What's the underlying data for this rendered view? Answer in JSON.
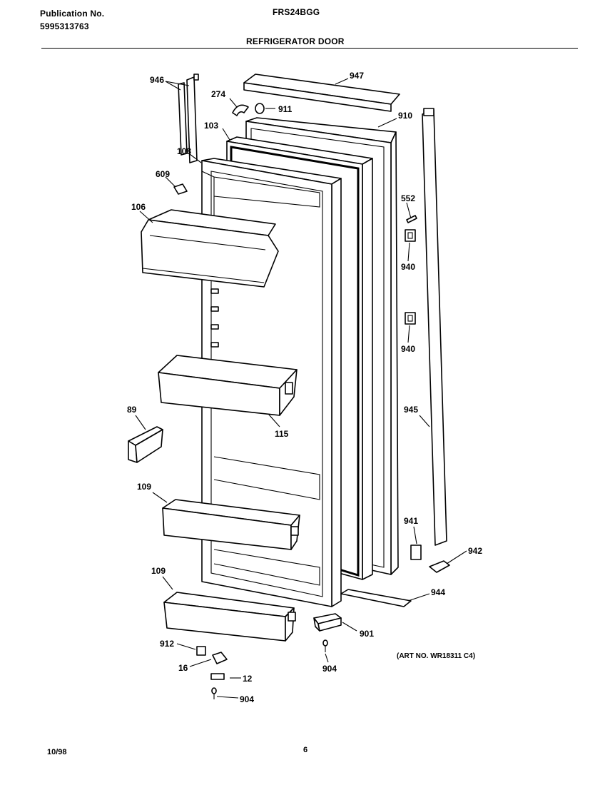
{
  "header": {
    "publication_label": "Publication No.",
    "publication_number": "5995313763",
    "model": "FRS24BGG",
    "section_title": "REFRIGERATOR DOOR"
  },
  "footer": {
    "date": "10/98",
    "page": "6"
  },
  "art_no": "(ART NO. WR18311 C4)",
  "callouts": {
    "c946": "946",
    "c947": "947",
    "c274": "274",
    "c911": "911",
    "c910": "910",
    "c103": "103",
    "c108": "108",
    "c609": "609",
    "c552": "552",
    "c106": "106",
    "c940a": "940",
    "c940b": "940",
    "c945": "945",
    "c89": "89",
    "c115": "115",
    "c109a": "109",
    "c109b": "109",
    "c941": "941",
    "c942": "942",
    "c944": "944",
    "c901": "901",
    "c912": "912",
    "c16": "16",
    "c12": "12",
    "c904a": "904",
    "c904b": "904"
  }
}
